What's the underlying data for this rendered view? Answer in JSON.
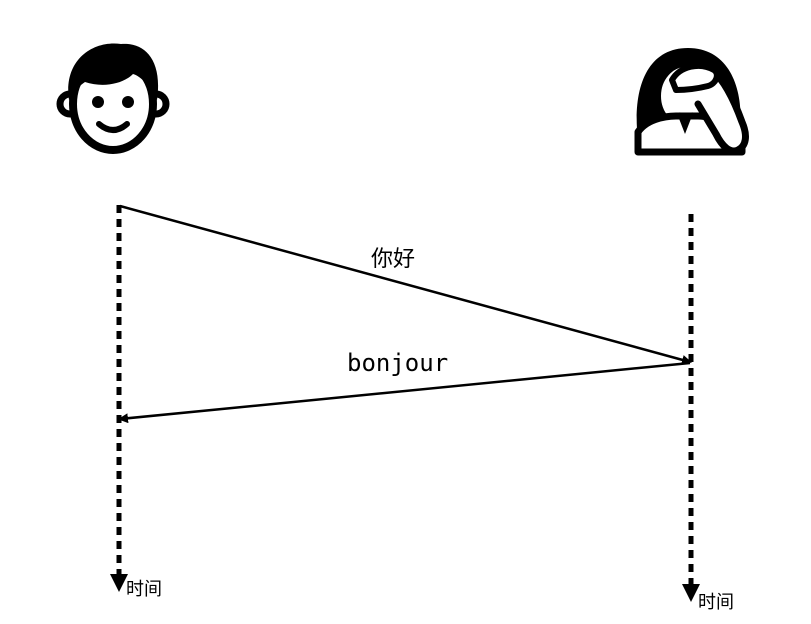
{
  "actors": [
    {
      "id": "left",
      "icon": "man-face-icon"
    },
    {
      "id": "right",
      "icon": "woman-facepalm-icon"
    }
  ],
  "messages": [
    {
      "from": "left",
      "to": "right",
      "text": "你好"
    },
    {
      "from": "right",
      "to": "left",
      "text": "bonjour"
    }
  ],
  "timeline": {
    "left_label": "时间",
    "right_label": "时间"
  }
}
